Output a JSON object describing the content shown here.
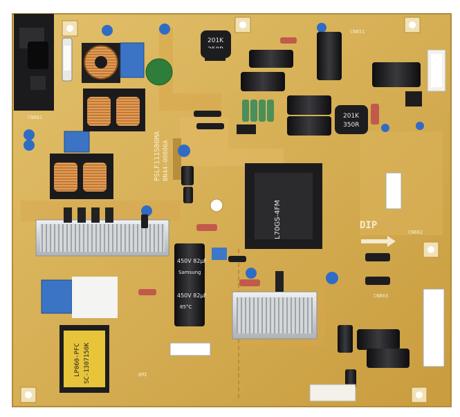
{
  "board": {
    "model": "PSLF111S06MA",
    "part_number": "BN44-00806A",
    "dip_label": "DIP"
  },
  "components": {
    "inductor_top": {
      "line1": "201K",
      "line2": "350R"
    },
    "inductor_mid": {
      "line1": "201K",
      "line2": "350R"
    },
    "main_cap": {
      "line1": "450V 82μF",
      "line2": "Samsung",
      "line3": "85°C"
    },
    "transformer_main": {
      "line1": "L70GS-4FM"
    },
    "pfc_coil": {
      "line1": "LP060-PFC",
      "line2": "SC-1307150K"
    }
  },
  "silkscreen": {
    "connectors": [
      "CN801",
      "CN851",
      "CN802",
      "CN803"
    ],
    "bottom_label": "EMI"
  },
  "colors": {
    "pcb": "#d9b45a",
    "copper": "#c98a3a",
    "heatsink": "#cfd3d6",
    "blue_part": "#3a6ebf",
    "black_part": "#1d1d1f",
    "yellow_part": "#e8c53a"
  }
}
